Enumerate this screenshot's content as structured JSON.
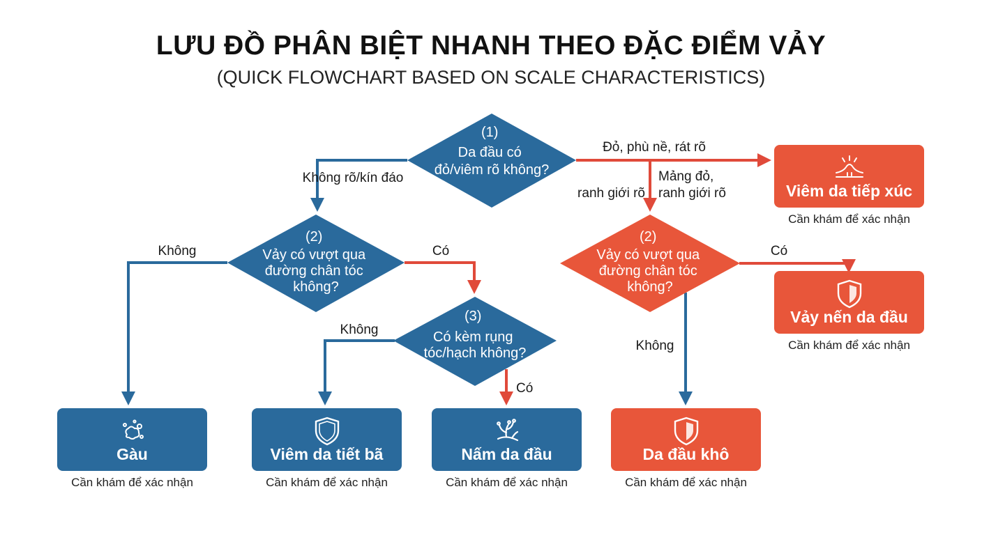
{
  "title": "LƯU ĐỒ PHÂN BIỆT NHANH THEO ĐẶC ĐIỂM VẢY",
  "subtitle": "(QUICK FLOWCHART BASED ON SCALE CHARACTERISTICS)",
  "decisions": {
    "d1": {
      "lines": [
        "(1)",
        "Da đầu có",
        "đỏ/viêm rõ không?"
      ]
    },
    "d2_left": {
      "lines": [
        "(2)",
        "Vảy có vượt qua",
        "đường chân tóc",
        "không?"
      ]
    },
    "d3": {
      "lines": [
        "(3)",
        "Có kèm rụng",
        "tóc/hạch không?"
      ]
    },
    "d2_right": {
      "lines": [
        "(2)",
        "Vảy có vượt qua",
        "đường chân tóc",
        "không?"
      ]
    }
  },
  "edges": {
    "d1_left": "Không rõ/kín đáo",
    "d1_right": "Đỏ, phù nề, rát rõ",
    "d1_down_1": "Mảng đỏ,",
    "d1_down_2": "ranh giới rõ",
    "d1_down_side": "ranh giới rõ",
    "d2l_left": "Không",
    "d2l_right": "Có",
    "d3_left": "Không",
    "d3_down": "Có",
    "d2r_right": "Có",
    "d2r_down": "Không"
  },
  "results": {
    "gau": {
      "name": "Gàu",
      "note": "Cần khám để xác nhận",
      "icon": "flakes-icon",
      "color": "#2a6a9c"
    },
    "tiet_ba": {
      "name": "Viêm da tiết bã",
      "note": "Cần khám để xác nhận",
      "icon": "shield-icon",
      "color": "#2a6a9c"
    },
    "nam": {
      "name": "Nấm da đầu",
      "note": "Cần khám để xác nhận",
      "icon": "fungus-icon",
      "color": "#2a6a9c"
    },
    "da_kho": {
      "name": "Da đầu khô",
      "note": "Cần khám để xác nhận",
      "icon": "shield-icon",
      "color": "#e8563a"
    },
    "tiep_xuc": {
      "name": "Viêm da tiếp xúc",
      "note": "Cần khám để xác nhận",
      "icon": "skin-irritation-icon",
      "color": "#e8563a"
    },
    "vay_nen": {
      "name": "Vảy nến da đầu",
      "note": "Cần khám để xác nhận",
      "icon": "shield-icon",
      "color": "#e8563a"
    }
  },
  "colors": {
    "blue": "#2a6a9c",
    "orange": "#e8563a",
    "red_arrow": "#e04a3a",
    "blue_arrow": "#2a6a9c"
  }
}
